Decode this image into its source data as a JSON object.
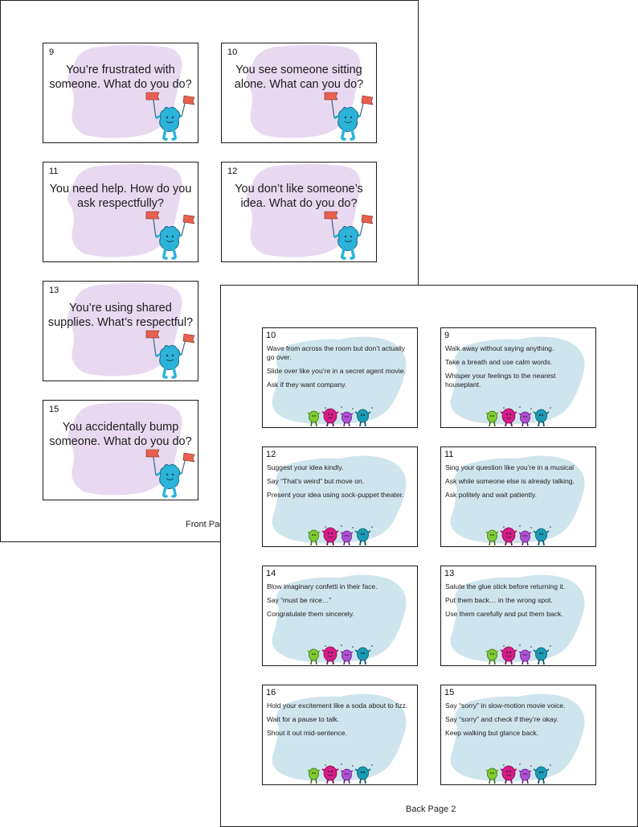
{
  "front": {
    "footer": "Front Page",
    "cards": [
      {
        "num": "9",
        "text": "You’re frustrated with someone. What do you do?"
      },
      {
        "num": "10",
        "text": "You see someone sitting alone. What can you do?"
      },
      {
        "num": "11",
        "text": "You need help. How do you ask respectfully?"
      },
      {
        "num": "12",
        "text": "You don’t like someone’s idea. What do you do?"
      },
      {
        "num": "13",
        "text": "You’re using shared supplies. What’s respectful?"
      },
      {
        "num": "15",
        "text": "You accidentally bump someone. What do you do?"
      }
    ]
  },
  "back": {
    "footer": "Back Page 2",
    "cards": [
      {
        "num": "10",
        "answers": [
          "Wave from across the room but don’t actually go over.",
          "Slide over like you’re in a secret agent movie.",
          "Ask if they want company."
        ]
      },
      {
        "num": "9",
        "answers": [
          "Walk away without saying anything.",
          "Take a breath and use calm words.",
          "Whisper your feelings to the nearest houseplant."
        ]
      },
      {
        "num": "12",
        "answers": [
          "Suggest your idea kindly.",
          "Say “That’s weird” but move on.",
          "Present your idea using sock-puppet theater."
        ]
      },
      {
        "num": "11",
        "answers": [
          "Sing your question like you’re in a musical",
          "Ask while someone else is already talking.",
          "Ask politely and wait patiently."
        ]
      },
      {
        "num": "14",
        "answers": [
          "Blow imaginary confetti in their face.",
          "Say “must be nice…”",
          "Congratulate them sincerely."
        ]
      },
      {
        "num": "13",
        "answers": [
          "Salute the glue stick before returning it.",
          "Put them back… in the wrong spot.",
          "Use them carefully and put them back."
        ]
      },
      {
        "num": "16",
        "answers": [
          "Hold your excitement like a soda about to fizz.",
          "Wait for a pause to talk.",
          "Shout it out mid-sentence."
        ]
      },
      {
        "num": "15",
        "answers": [
          "Say “sorry” in slow-motion movie voice.",
          "Say “sorry” and check if they’re okay.",
          "Keep walking but glance back."
        ]
      }
    ]
  },
  "colors": {
    "front_blob": "#e8d9f1",
    "back_blob": "#cfe5ee",
    "mascot": "#2bb3d9",
    "flag": "#e9604e"
  },
  "icons": {
    "front_mascot": "blue-blob-mascot-with-flags-icon",
    "back_crowd": "cheering-monster-group-icon"
  }
}
